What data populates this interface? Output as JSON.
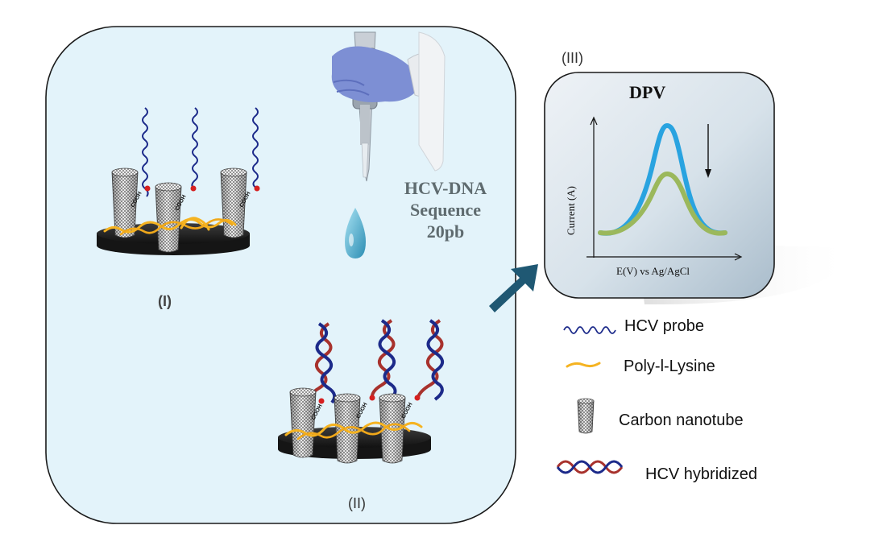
{
  "labels": {
    "panel_one": "(I)",
    "panel_two": "(II)",
    "panel_three": "(III)",
    "sequence_line1": "HCV-DNA",
    "sequence_line2": "Sequence",
    "sequence_line3": "20pb",
    "cooh": "COOH"
  },
  "dpv_plot": {
    "title": "DPV",
    "x_axis_label": "E(V) vs Ag/AgCl",
    "y_axis_label": "Current (A)"
  },
  "legend": {
    "items": [
      {
        "icon": "hcv-probe-icon",
        "label": "HCV probe"
      },
      {
        "icon": "poly-l-lysine-icon",
        "label": "Poly-l-Lysine"
      },
      {
        "icon": "carbon-nanotube-icon",
        "label": "Carbon nanotube"
      },
      {
        "icon": "hcv-hybridized-icon",
        "label": "HCV hybridized"
      }
    ]
  },
  "colors": {
    "panel_fill": "#e3f3fa",
    "panel_stroke": "#1a1a1a",
    "probe_dna": "#1c2a8a",
    "poly_lysine": "#f5b321",
    "hybrid_red": "#a8322d",
    "hybrid_blue": "#1c2a8a",
    "arrow": "#1f5873",
    "dpv_before": "#29a3e0",
    "dpv_after": "#9bb85c",
    "glove": "#7d8fd4",
    "drop": "#49b4d8"
  }
}
